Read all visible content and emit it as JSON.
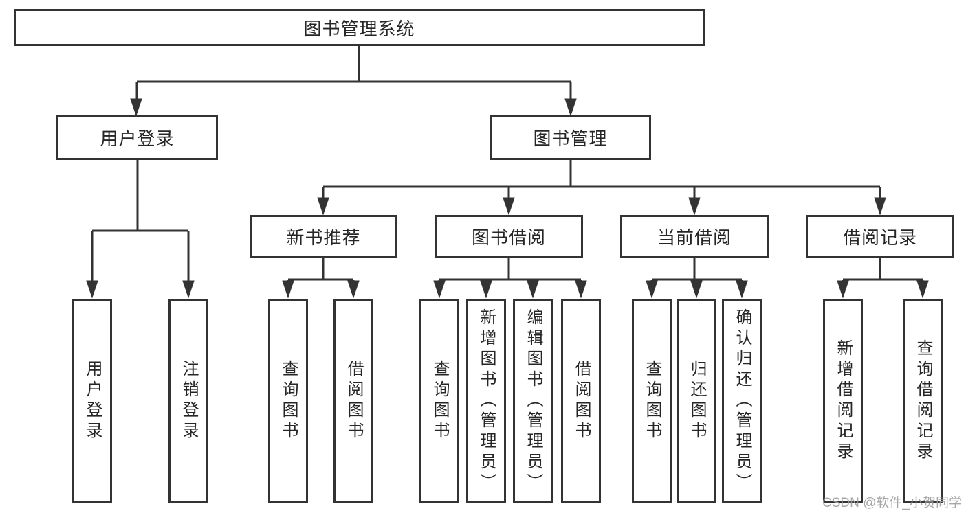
{
  "watermark": "CSDN @软件_小贺同学",
  "colors": {
    "line": "#333333",
    "box_border": "#333333",
    "box_background": "#ffffff",
    "text": "#262626",
    "watermark": "#9e9e9e"
  },
  "tree": {
    "root": {
      "label": "图书管理系统"
    },
    "branches": [
      {
        "label": "用户登录",
        "children": [
          {
            "label": "用户登录"
          },
          {
            "label": "注销登录"
          }
        ]
      },
      {
        "label": "图书管理",
        "sections": [
          {
            "label": "新书推荐",
            "children": [
              {
                "label": "查询图书"
              },
              {
                "label": "借阅图书"
              }
            ]
          },
          {
            "label": "图书借阅",
            "children": [
              {
                "label": "查询图书"
              },
              {
                "label": "新增图书（管理员）"
              },
              {
                "label": "编辑图书（管理员）"
              },
              {
                "label": "借阅图书"
              }
            ]
          },
          {
            "label": "当前借阅",
            "children": [
              {
                "label": "查询图书"
              },
              {
                "label": "归还图书"
              },
              {
                "label": "确认归还（管理员）"
              }
            ]
          },
          {
            "label": "借阅记录",
            "children": [
              {
                "label": "新增借阅记录"
              },
              {
                "label": "查询借阅记录"
              }
            ]
          }
        ]
      }
    ]
  }
}
